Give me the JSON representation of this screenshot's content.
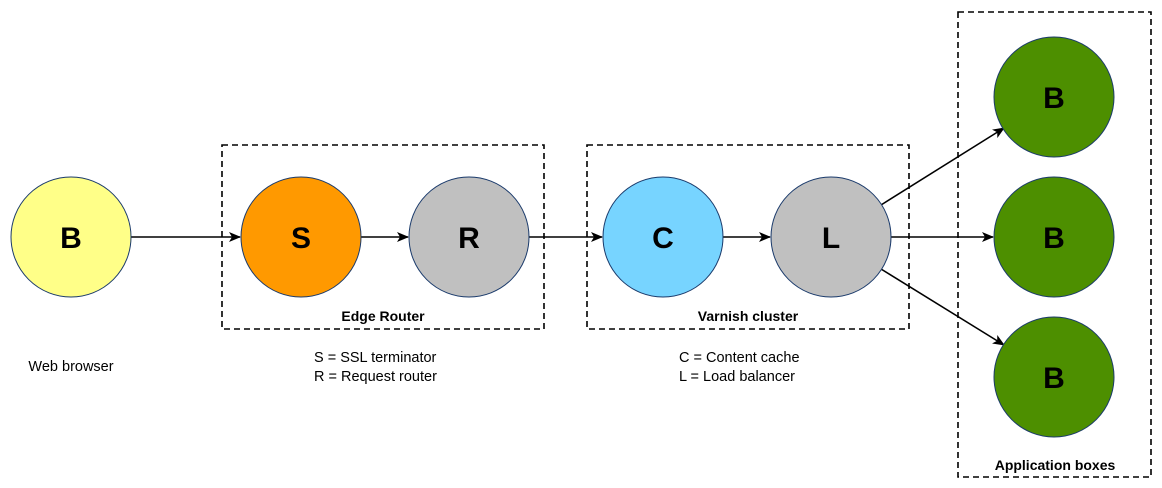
{
  "colors": {
    "browser": "#ffff88",
    "ssl": "#ff9900",
    "router": "#c0c0c0",
    "cache": "#77d4ff",
    "balancer": "#c0c0c0",
    "app": "#4d8f00"
  },
  "nodes": {
    "browser": {
      "letter": "B",
      "caption": "Web browser"
    },
    "ssl": {
      "letter": "S"
    },
    "router": {
      "letter": "R"
    },
    "cache": {
      "letter": "C"
    },
    "balancer": {
      "letter": "L"
    },
    "app1": {
      "letter": "B"
    },
    "app2": {
      "letter": "B"
    },
    "app3": {
      "letter": "B"
    }
  },
  "groups": {
    "edge_router": {
      "label": "Edge Router",
      "legend": [
        "S = SSL terminator",
        "R = Request router"
      ]
    },
    "varnish_cluster": {
      "label": "Varnish cluster",
      "legend": [
        "C = Content cache",
        "L = Load balancer"
      ]
    },
    "application_boxes": {
      "label": "Application boxes"
    }
  },
  "edges": [
    {
      "from": "browser",
      "to": "ssl"
    },
    {
      "from": "ssl",
      "to": "router"
    },
    {
      "from": "router",
      "to": "cache"
    },
    {
      "from": "cache",
      "to": "balancer"
    },
    {
      "from": "balancer",
      "to": "app1"
    },
    {
      "from": "balancer",
      "to": "app2"
    },
    {
      "from": "balancer",
      "to": "app3"
    }
  ]
}
